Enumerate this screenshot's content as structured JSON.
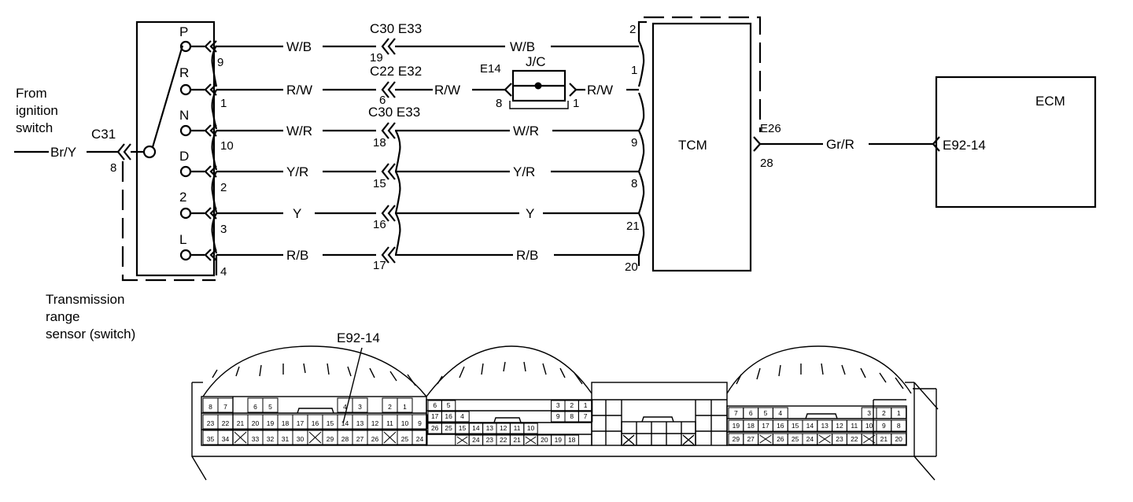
{
  "source": {
    "text": "From ignition switch",
    "lines": [
      "From",
      "ignition",
      "switch"
    ]
  },
  "sensor": {
    "lines": [
      "Transmission",
      "range",
      "sensor (switch)"
    ],
    "positions": [
      "P",
      "R",
      "N",
      "D",
      "2",
      "L"
    ],
    "input_connector": "C31",
    "input_pin": "8",
    "input_wire": "Br/Y"
  },
  "circuits": [
    {
      "pos": "P",
      "sensor_pin": "9",
      "wire_left": "W/B",
      "conn_top": "C30 E33",
      "conn_pin": "19",
      "wire_right": "W/B",
      "tcm_pin": "2"
    },
    {
      "pos": "R",
      "sensor_pin": "1",
      "wire_left": "R/W",
      "conn_top": "C22 E32",
      "conn_pin": "6",
      "wire_right": "R/W",
      "tcm_pin": "1"
    },
    {
      "pos": "N",
      "sensor_pin": "10",
      "wire_left": "W/R",
      "conn_top": "C30 E33",
      "conn_pin": "18",
      "wire_right": "W/R",
      "tcm_pin": "9"
    },
    {
      "pos": "D",
      "sensor_pin": "2",
      "wire_left": "Y/R",
      "conn_top": "",
      "conn_pin": "15",
      "wire_right": "Y/R",
      "tcm_pin": "8"
    },
    {
      "pos": "2",
      "sensor_pin": "3",
      "wire_left": "Y",
      "conn_top": "",
      "conn_pin": "16",
      "wire_right": "Y",
      "tcm_pin": "21"
    },
    {
      "pos": "L",
      "sensor_pin": "4",
      "wire_left": "R/B",
      "conn_top": "",
      "conn_pin": "17",
      "wire_right": "R/B",
      "tcm_pin": "20"
    }
  ],
  "jc": {
    "name": "J/C",
    "connector": "E14",
    "pin_in": "8",
    "pin_out": "1"
  },
  "tcm": {
    "label": "TCM",
    "out_connector": "E26",
    "out_pin": "28"
  },
  "ecm": {
    "label": "ECM",
    "in_terminal": "E92-14",
    "wire": "Gr/R"
  },
  "connector_view": {
    "callout": "E92-14",
    "left_block": {
      "row1": [
        "8",
        "7",
        "",
        "6",
        "5",
        "",
        "",
        "",
        "",
        "4",
        "3",
        "",
        "2",
        "1"
      ],
      "row2": [
        "23",
        "22",
        "21",
        "20",
        "19",
        "18",
        "17",
        "16",
        "15",
        "14",
        "13",
        "12",
        "11",
        "10",
        "9"
      ],
      "row3": [
        "35",
        "34",
        "X",
        "33",
        "32",
        "31",
        "30",
        "X",
        "29",
        "28",
        "27",
        "26",
        "X",
        "25",
        "24"
      ]
    },
    "mid_left_block": {
      "row1": [
        "6",
        "5",
        "",
        "",
        "",
        "",
        "",
        "",
        "",
        "3",
        "2",
        "1"
      ],
      "row2": [
        "17",
        "16",
        "4",
        "",
        "",
        "",
        "",
        "",
        "",
        "9",
        "8",
        "7"
      ],
      "row3": [
        "26",
        "25",
        "15",
        "14",
        "13",
        "12",
        "11",
        "10",
        "",
        "",
        "",
        ""
      ],
      "row4": [
        "",
        "",
        "X",
        "24",
        "23",
        "22",
        "21",
        "X",
        "20",
        "19",
        "18",
        ""
      ]
    },
    "right_block": {
      "row1": [
        "7",
        "6",
        "5",
        "4",
        "",
        "",
        "",
        "",
        "",
        "3",
        "2",
        "1"
      ],
      "row2": [
        "19",
        "18",
        "17",
        "16",
        "15",
        "14",
        "13",
        "12",
        "11",
        "10",
        "9",
        "8"
      ],
      "row3": [
        "29",
        "27",
        "X",
        "26",
        "25",
        "24",
        "X",
        "23",
        "22",
        "X",
        "21",
        "20"
      ]
    }
  }
}
